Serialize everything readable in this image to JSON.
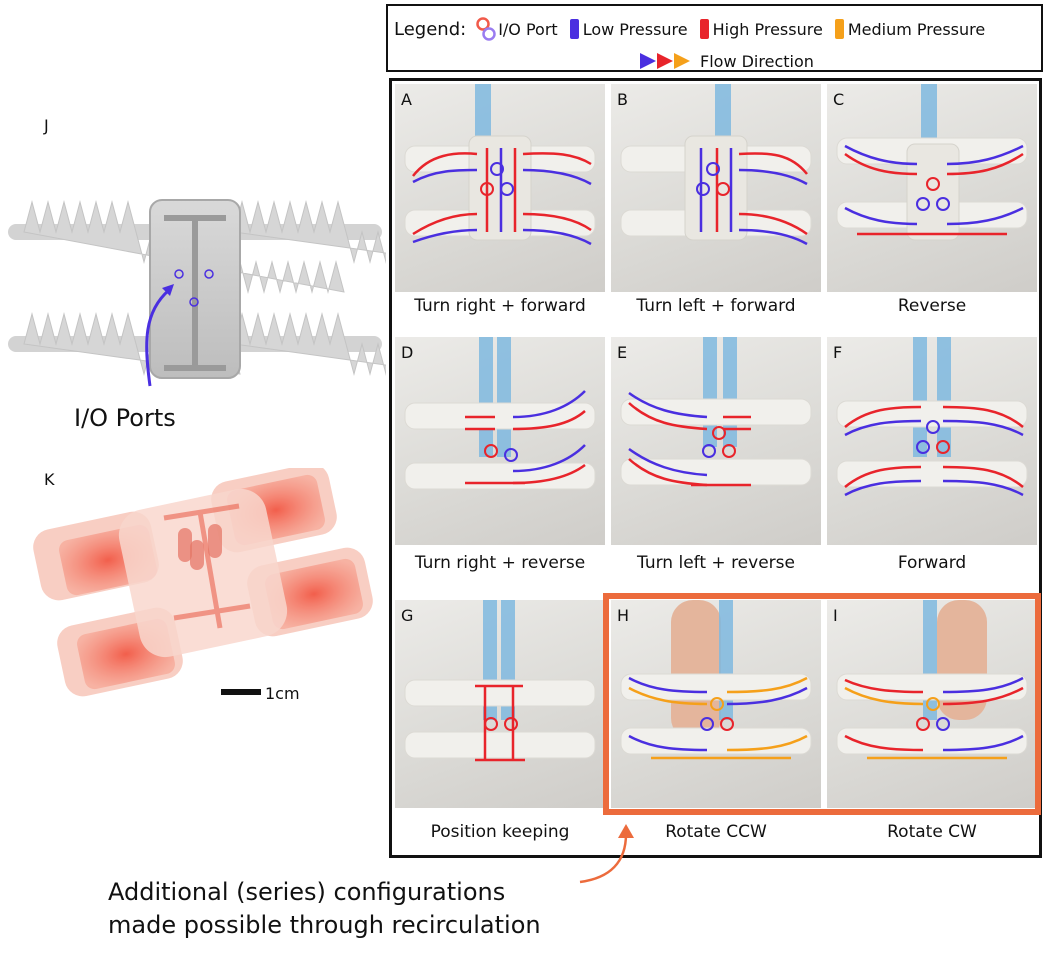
{
  "legend": {
    "prefix": "Legend:",
    "items": [
      {
        "label": "I/O Port",
        "icon": "io-port-rings",
        "color": "#f15a4a"
      },
      {
        "label": "Low Pressure",
        "icon": "swatch",
        "color": "#4a2fe0"
      },
      {
        "label": "High Pressure",
        "icon": "swatch",
        "color": "#e8242b"
      },
      {
        "label": "Medium Pressure",
        "icon": "swatch",
        "color": "#f5a01a"
      }
    ],
    "flow": {
      "label": "Flow Direction",
      "icon": "triangle-arrows",
      "colors": [
        "#4a2fe0",
        "#e8242b",
        "#f5a01a"
      ]
    }
  },
  "panels": [
    {
      "letter": "A",
      "caption": "Turn right + forward"
    },
    {
      "letter": "B",
      "caption": "Turn left + forward"
    },
    {
      "letter": "C",
      "caption": "Reverse"
    },
    {
      "letter": "D",
      "caption": "Turn right + reverse"
    },
    {
      "letter": "E",
      "caption": "Turn left + reverse"
    },
    {
      "letter": "F",
      "caption": "Forward"
    },
    {
      "letter": "G",
      "caption": "Position keeping"
    },
    {
      "letter": "H",
      "caption": "Rotate CCW"
    },
    {
      "letter": "I",
      "caption": "Rotate CW"
    }
  ],
  "device_j": {
    "letter": "J",
    "label": "I/O Ports"
  },
  "device_k": {
    "letter": "K",
    "scale": "1cm"
  },
  "note": {
    "line1": "Additional (series) configurations",
    "line2": "made possible through recirculation"
  },
  "colors": {
    "low": "#4a2fe0",
    "high": "#e8242b",
    "medium": "#f5a01a",
    "highlight": "#ec6b3c",
    "tube": "#7fb8df"
  }
}
